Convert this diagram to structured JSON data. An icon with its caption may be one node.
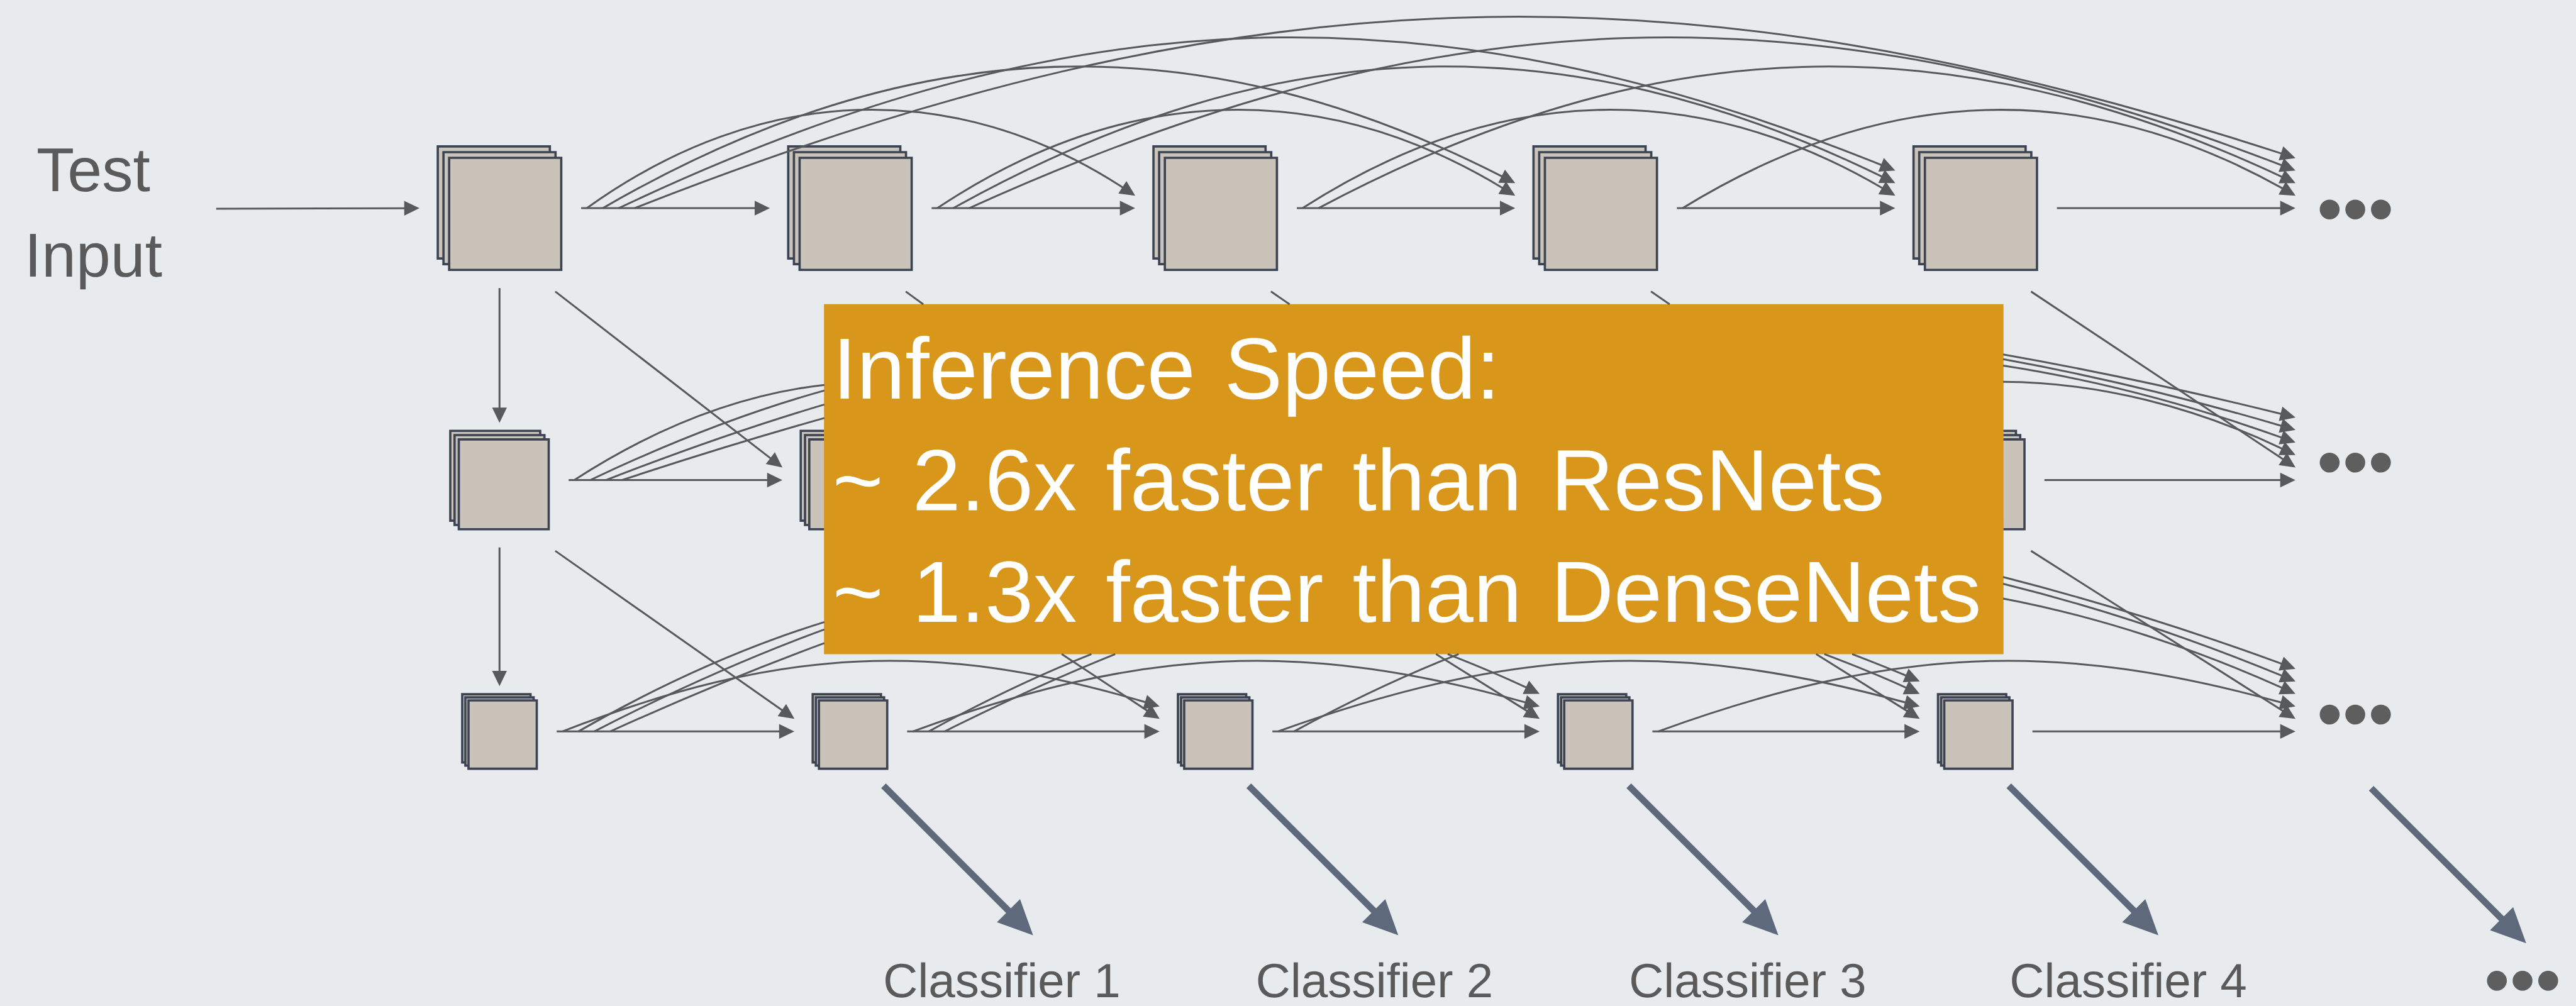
{
  "diagram": {
    "nodes": [
      {
        "text": [
          "Test Input"
        ]
      },
      {
        "text": [],
        "shape": "box"
      },
      {
        "text": [],
        "shape": "box"
      },
      {
        "text": [],
        "shape": "box"
      },
      {
        "text": [],
        "shape": "box"
      },
      {
        "text": [],
        "shape": "box"
      },
      {
        "text": [
          "•••"
        ]
      },
      {
        "text": [],
        "shape": "box"
      },
      {
        "text": [],
        "shape": "box"
      },
      {
        "text": [],
        "shape": "box"
      },
      {
        "text": [
          "•••"
        ]
      },
      {
        "text": [],
        "shape": "box"
      },
      {
        "text": [],
        "shape": "box"
      },
      {
        "text": [],
        "shape": "box"
      },
      {
        "text": [],
        "shape": "box"
      },
      {
        "text": [],
        "shape": "box"
      },
      {
        "text": [
          "•••"
        ]
      },
      {
        "text": [
          "Inference Speed:",
          "~ 2.6x faster than ResNets",
          "~ 1.3x faster than DenseNets"
        ]
      },
      {
        "text": [
          "Classifier 1"
        ]
      },
      {
        "text": [
          "Classifier 2"
        ]
      },
      {
        "text": [
          "Classifier 3"
        ]
      },
      {
        "text": [
          "Classifier 4"
        ]
      },
      {
        "text": [
          "•••"
        ]
      }
    ],
    "edges": [
      {
        "from": 0,
        "to": 1,
        "arrow": "to"
      },
      {
        "from": 1,
        "to": 2,
        "arrow": "to"
      },
      {
        "from": 2,
        "to": 3,
        "arrow": "to"
      },
      {
        "from": 3,
        "to": 4,
        "arrow": "to"
      },
      {
        "from": 4,
        "to": 5,
        "arrow": "to"
      },
      {
        "from": 5,
        "to": 6,
        "arrow": "to"
      },
      {
        "from": 1,
        "to": 3,
        "arrow": "to"
      },
      {
        "from": 1,
        "to": 4,
        "arrow": "to"
      },
      {
        "from": 1,
        "to": 5,
        "arrow": "to"
      },
      {
        "from": 1,
        "to": 6,
        "arrow": "to"
      },
      {
        "from": 2,
        "to": 4,
        "arrow": "to"
      },
      {
        "from": 2,
        "to": 5,
        "arrow": "to"
      },
      {
        "from": 2,
        "to": 6,
        "arrow": "to"
      },
      {
        "from": 3,
        "to": 5,
        "arrow": "to"
      },
      {
        "from": 3,
        "to": 6,
        "arrow": "to"
      },
      {
        "from": 4,
        "to": 6,
        "arrow": "to"
      },
      {
        "from": 1,
        "to": 7,
        "arrow": "to"
      },
      {
        "from": 7,
        "to": 11,
        "arrow": "to"
      },
      {
        "from": 1,
        "to": 8,
        "arrow": "to"
      },
      {
        "from": 2,
        "to": 17,
        "arrow": "none"
      },
      {
        "from": 3,
        "to": 17,
        "arrow": "none"
      },
      {
        "from": 4,
        "to": 17,
        "arrow": "none"
      },
      {
        "from": 5,
        "to": 10,
        "arrow": "to"
      },
      {
        "from": 7,
        "to": 8,
        "arrow": "to"
      },
      {
        "from": 9,
        "to": 10,
        "arrow": "to"
      },
      {
        "from": 7,
        "to": 17,
        "arrow": "none"
      },
      {
        "from": 7,
        "to": 17,
        "arrow": "none"
      },
      {
        "from": 7,
        "to": 17,
        "arrow": "none"
      },
      {
        "from": 7,
        "to": 17,
        "arrow": "none"
      },
      {
        "from": 17,
        "to": 10,
        "arrow": "to"
      },
      {
        "from": 17,
        "to": 10,
        "arrow": "to"
      },
      {
        "from": 17,
        "to": 10,
        "arrow": "to"
      },
      {
        "from": 7,
        "to": 12,
        "arrow": "to"
      },
      {
        "from": 17,
        "to": 13,
        "arrow": "to"
      },
      {
        "from": 17,
        "to": 14,
        "arrow": "to"
      },
      {
        "from": 17,
        "to": 15,
        "arrow": "to"
      },
      {
        "from": 9,
        "to": 16,
        "arrow": "to"
      },
      {
        "from": 11,
        "to": 12,
        "arrow": "to"
      },
      {
        "from": 12,
        "to": 13,
        "arrow": "to"
      },
      {
        "from": 13,
        "to": 14,
        "arrow": "to"
      },
      {
        "from": 14,
        "to": 15,
        "arrow": "to"
      },
      {
        "from": 15,
        "to": 16,
        "arrow": "to"
      },
      {
        "from": 11,
        "to": 13,
        "arrow": "to"
      },
      {
        "from": 11,
        "to": 17,
        "arrow": "none"
      },
      {
        "from": 11,
        "to": 17,
        "arrow": "none"
      },
      {
        "from": 11,
        "to": 17,
        "arrow": "none"
      },
      {
        "from": 12,
        "to": 14,
        "arrow": "to"
      },
      {
        "from": 12,
        "to": 17,
        "arrow": "none"
      },
      {
        "from": 12,
        "to": 17,
        "arrow": "none"
      },
      {
        "from": 13,
        "to": 15,
        "arrow": "to"
      },
      {
        "from": 13,
        "to": 17,
        "arrow": "none"
      },
      {
        "from": 14,
        "to": 16,
        "arrow": "to"
      },
      {
        "from": 12,
        "to": 18,
        "arrow": "to",
        "style": "thick",
        "color": "#5e6a7b"
      },
      {
        "from": 13,
        "to": 19,
        "arrow": "to",
        "style": "thick",
        "color": "#5e6a7b"
      },
      {
        "from": 14,
        "to": 20,
        "arrow": "to",
        "style": "thick",
        "color": "#5e6a7b"
      },
      {
        "from": 15,
        "to": 21,
        "arrow": "to",
        "style": "thick",
        "color": "#5e6a7b"
      },
      {
        "from": 16,
        "to": 22,
        "arrow": "to",
        "style": "thick",
        "color": "#5e6a7b"
      },
      {
        "from": 17,
        "to": 10,
        "arrow": "to"
      },
      {
        "from": 17,
        "to": 14,
        "arrow": "to"
      },
      {
        "from": 17,
        "to": 15,
        "arrow": "to"
      },
      {
        "from": 17,
        "to": 16,
        "arrow": "to"
      },
      {
        "from": 17,
        "to": 15,
        "arrow": "to"
      },
      {
        "from": 17,
        "to": 16,
        "arrow": "to"
      },
      {
        "from": 17,
        "to": 16,
        "arrow": "to"
      }
    ]
  }
}
